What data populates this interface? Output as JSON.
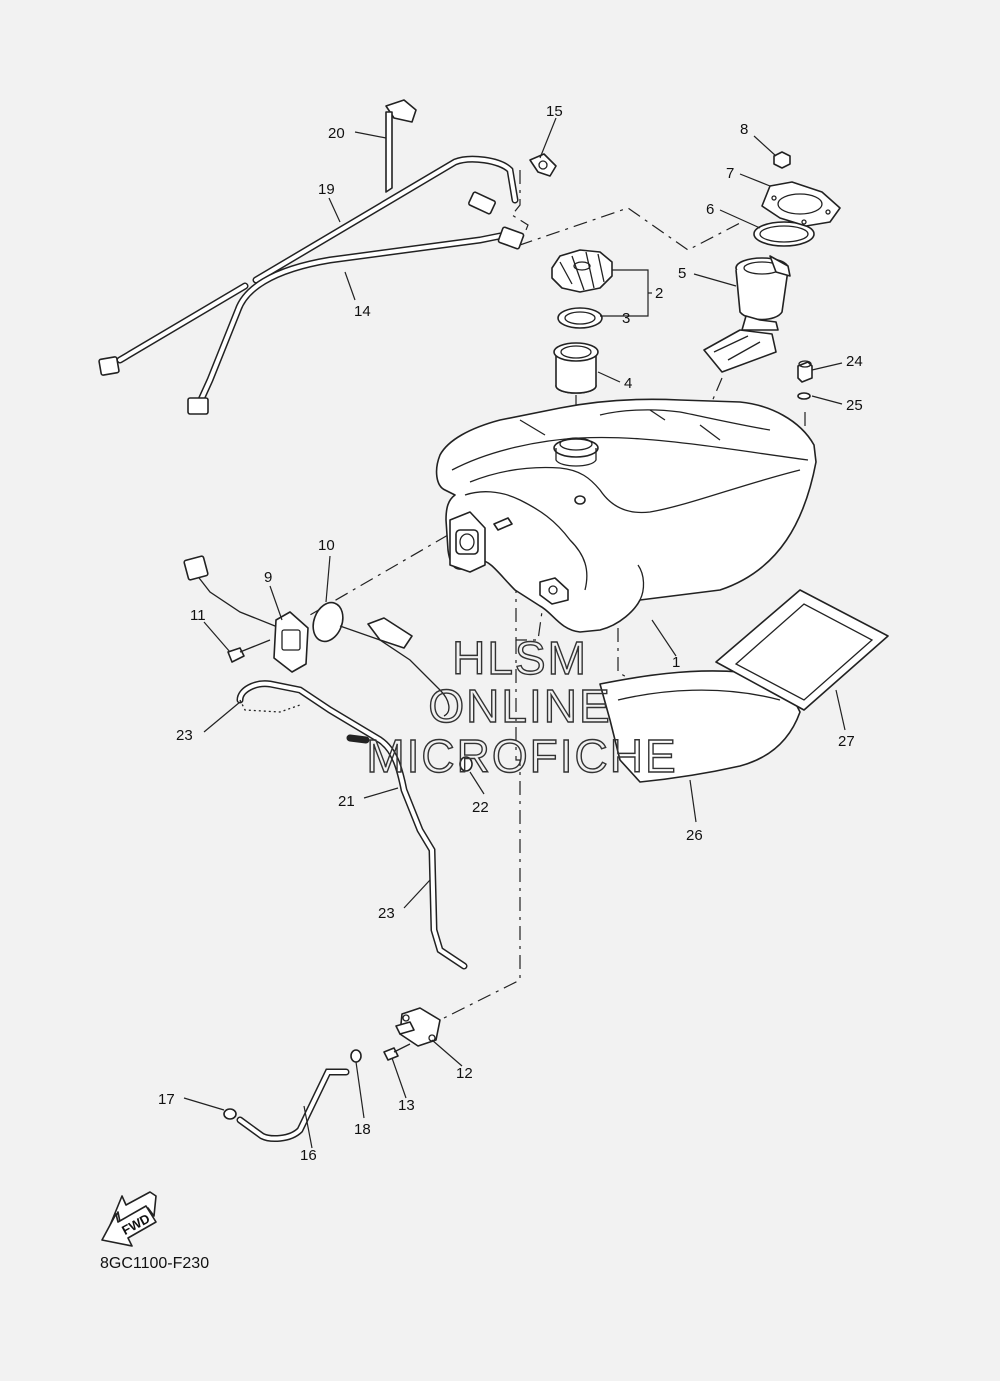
{
  "diagram": {
    "code": "8GC1100-F230",
    "fwd_label": "FWD",
    "watermark": [
      "HLSM",
      "ONLINE",
      "MICROFICHE"
    ],
    "callouts": [
      "1",
      "2",
      "3",
      "4",
      "5",
      "6",
      "7",
      "8",
      "9",
      "10",
      "11",
      "12",
      "13",
      "14",
      "15",
      "16",
      "17",
      "18",
      "19",
      "20",
      "21",
      "22",
      "23",
      "23",
      "24",
      "25",
      "26",
      "27"
    ]
  }
}
